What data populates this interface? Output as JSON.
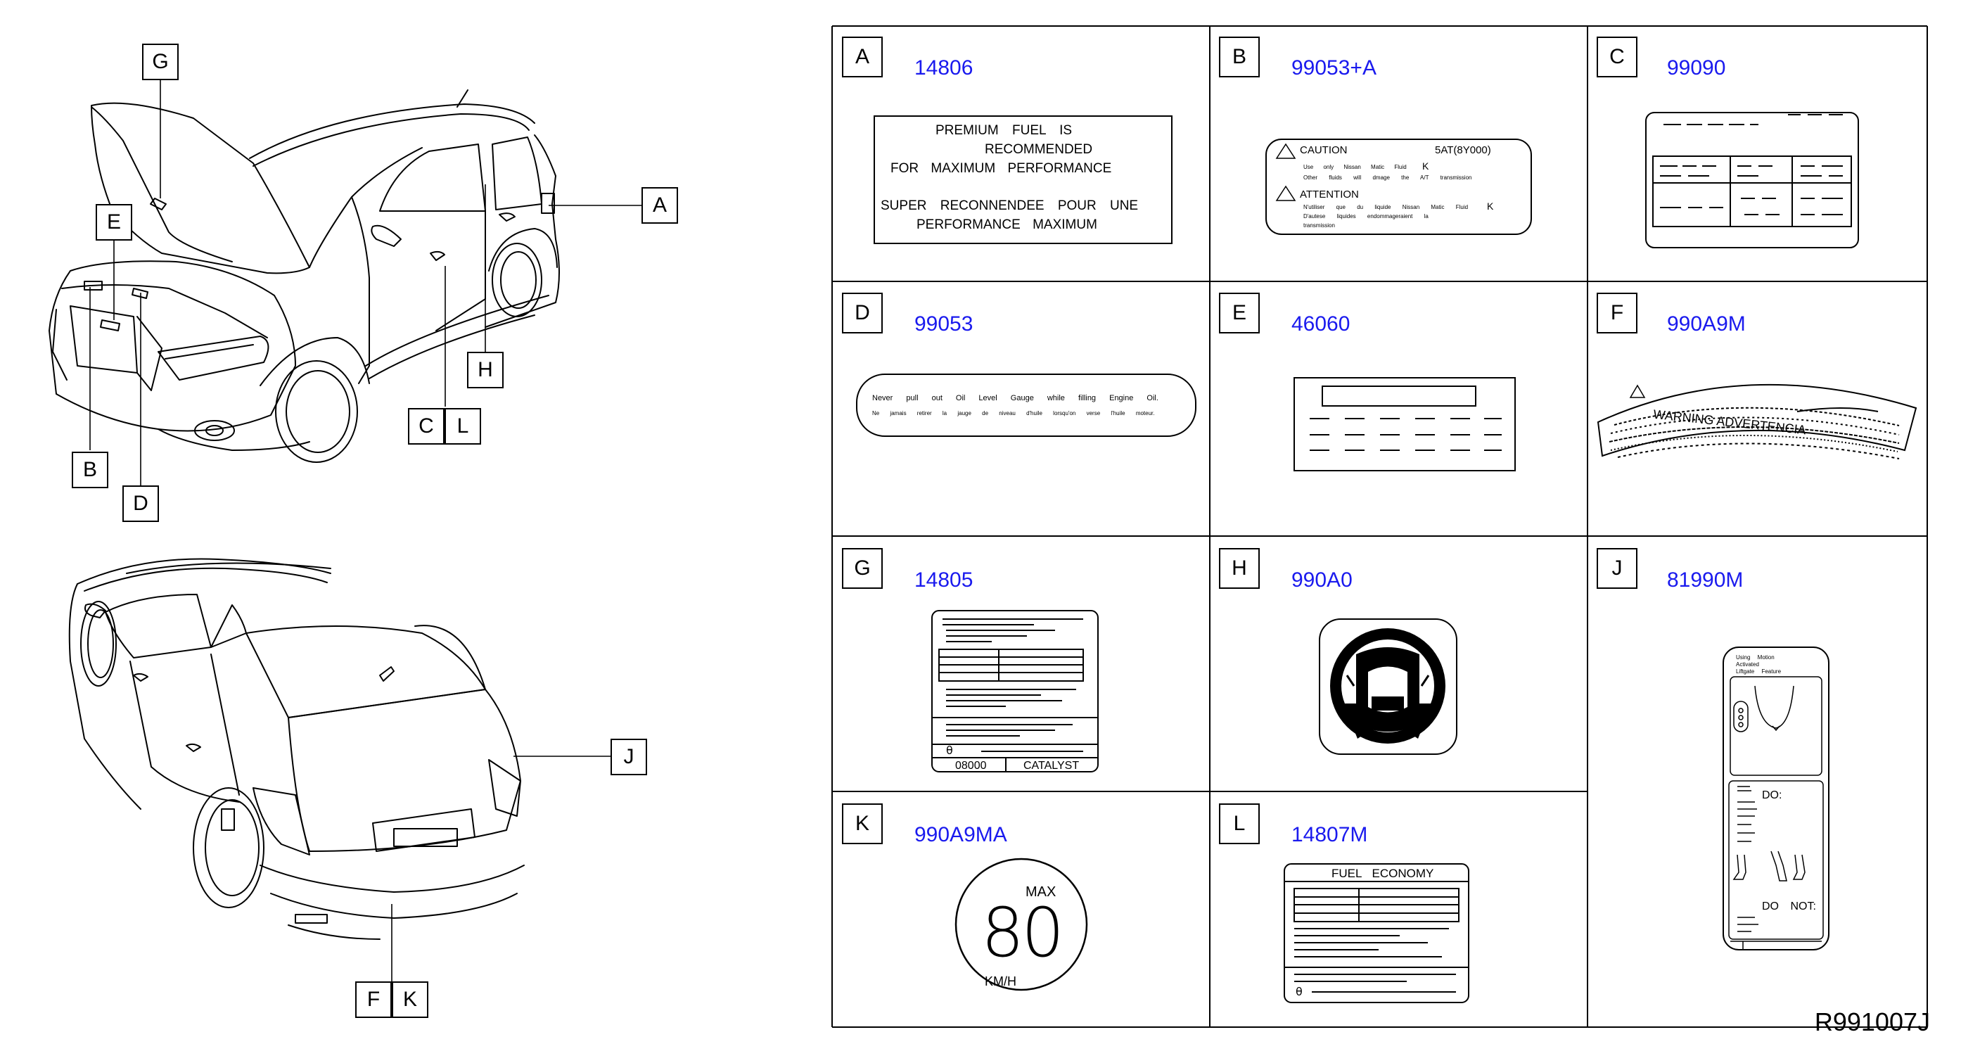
{
  "callouts": {
    "A": "A",
    "B": "B",
    "C": "C",
    "D": "D",
    "E": "E",
    "F": "F",
    "G": "G",
    "H": "H",
    "J": "J",
    "K": "K",
    "L": "L"
  },
  "cells": [
    {
      "letter": "A",
      "part": "14806"
    },
    {
      "letter": "B",
      "part": "99053+A"
    },
    {
      "letter": "C",
      "part": "99090"
    },
    {
      "letter": "D",
      "part": "99053"
    },
    {
      "letter": "E",
      "part": "46060"
    },
    {
      "letter": "F",
      "part": "990A9M"
    },
    {
      "letter": "G",
      "part": "14805"
    },
    {
      "letter": "H",
      "part": "990A0"
    },
    {
      "letter": "J",
      "part": "81990M"
    },
    {
      "letter": "K",
      "part": "990A9MA"
    },
    {
      "letter": "L",
      "part": "14807M"
    }
  ],
  "label_a": {
    "line1": "PREMIUM FUEL IS",
    "line2": "RECOMMENDED",
    "line3": "FOR MAXIMUM PERFORMANCE",
    "line4": "SUPER RECONNENDEE POUR UNE",
    "line5": "PERFORMANCE MAXIMUM"
  },
  "label_b": {
    "caution": "CAUTION",
    "code": "5AT(8Y000)",
    "caution_text1": "Use only Nissan Matic Fluid",
    "caution_k": "K",
    "caution_text2": "Other fluids will dmage the A/T transmission",
    "attention": "ATTENTION",
    "attention_text1": "N'utiliser que du liquide Nissan Matic Fluid",
    "attention_k": "K",
    "attention_text2": "D'autese liquides endommageraient la",
    "attention_text3": "transmission"
  },
  "label_d": {
    "line1": "Never pull out Oil Level Gauge while filling Engine Oil.",
    "line2": "Ne jamais retirer la jauge de niveau d'huile lorsqu'on verse l'huile moteur."
  },
  "label_f": {
    "warning": "WARNING ADVERTENCIA"
  },
  "label_g": {
    "code": "08000",
    "catalyst": "CATALYST"
  },
  "label_j": {
    "head1": "Using Motion",
    "head2": "Activated",
    "head3": "Liftgate Feature",
    "do": "DO:",
    "do_not": "DO NOT:"
  },
  "label_k": {
    "max": "MAX",
    "speed": "80",
    "unit": "KM/H"
  },
  "label_l": {
    "title": "FUEL ECONOMY"
  },
  "reference": "R991007J",
  "colors": {
    "part_number": "#1a1aee",
    "line": "#000000"
  }
}
